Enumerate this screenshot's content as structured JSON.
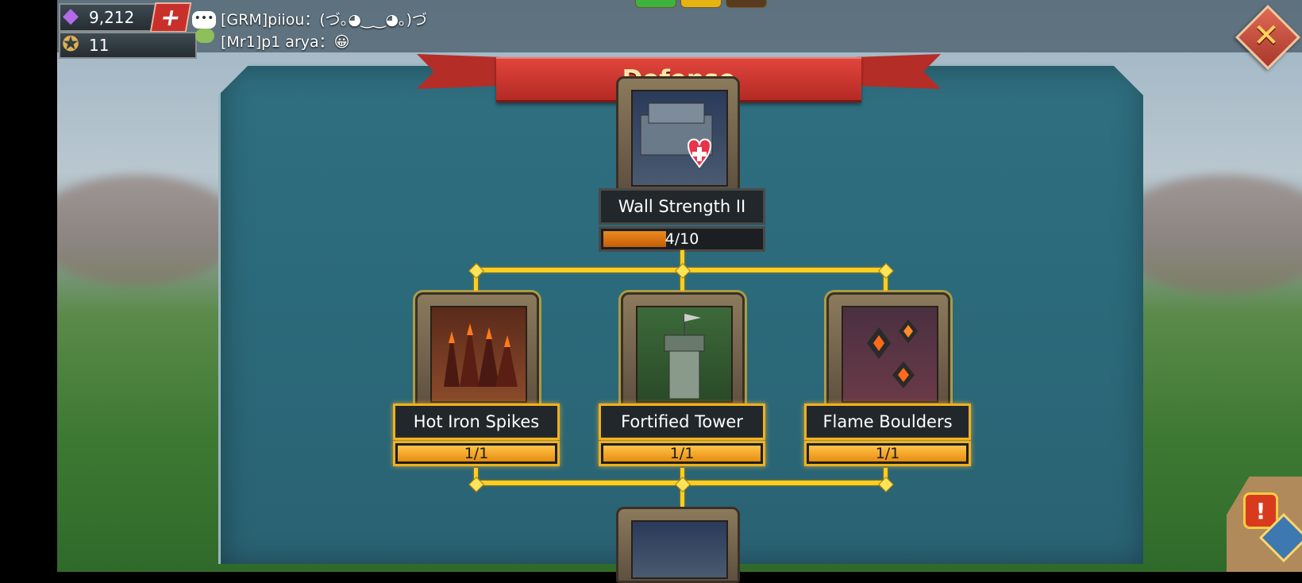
{
  "resources": {
    "gems": {
      "value": "9,212",
      "icon": "gem-icon",
      "add_label": "+"
    },
    "hero_xp": {
      "value": "11",
      "icon": "hero-xp-icon"
    }
  },
  "chat": [
    {
      "line": "[GRM]piiou：(づ｡◕‿‿◕｡)づ"
    },
    {
      "line": "[Mr1]p1 arya：😀"
    }
  ],
  "close_label": "✕",
  "page_title": "Defense",
  "research": {
    "top": {
      "name": "Wall Strength II",
      "progress": "4/10",
      "fraction": 0.4
    },
    "tier2": [
      {
        "name": "Hot Iron Spikes",
        "progress": "1/1",
        "fraction": 1
      },
      {
        "name": "Fortified Tower",
        "progress": "1/1",
        "fraction": 1
      },
      {
        "name": "Flame Boulders",
        "progress": "1/1",
        "fraction": 1
      }
    ]
  },
  "alert_label": "!",
  "colors": {
    "accent": "#f0b020",
    "ribbon": "#c8352e",
    "panel": "#2c6a7a"
  }
}
